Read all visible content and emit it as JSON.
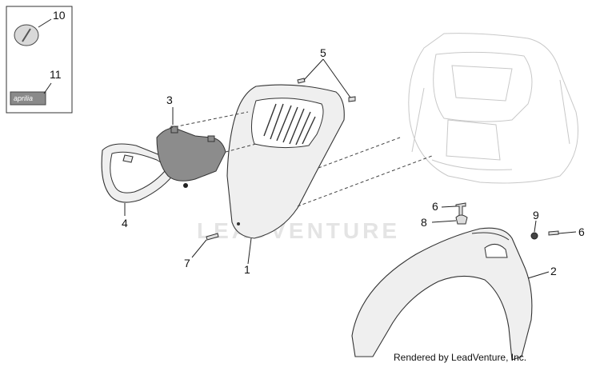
{
  "callouts": {
    "p1": "1",
    "p2": "2",
    "p3": "3",
    "p4": "4",
    "p5": "5",
    "p6a": "6",
    "p6b": "6",
    "p7": "7",
    "p8": "8",
    "p9": "9",
    "p10": "10",
    "p11": "11"
  },
  "inset": {
    "badge_text": "aprilia"
  },
  "watermark": "LEADVENTURE",
  "credit": "Rendered by LeadVenture, Inc.",
  "colors": {
    "part_fill": "#efefef",
    "line": "#333333",
    "ghost": "#c8c8c8",
    "badge": "#8a8a8a"
  }
}
